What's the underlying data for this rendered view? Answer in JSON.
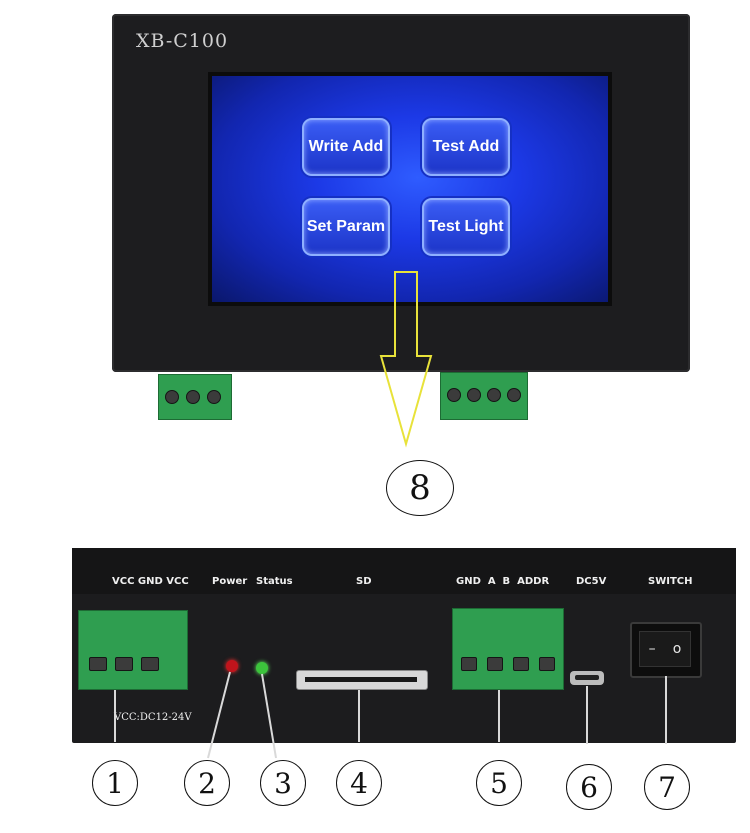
{
  "front_panel": {
    "model": "XB-C100",
    "screen_buttons": [
      "Write Add",
      "Test Add",
      "Set Param",
      "Test Light"
    ],
    "callout": "8"
  },
  "back_panel": {
    "labels": {
      "power_terminal": "VCC GND VCC",
      "power": "Power",
      "status": "Status",
      "sd": "SD",
      "signal_terminal": "GND  A  B  ADDR",
      "dc5v": "DC5V",
      "switch": "SWITCH",
      "voltage": "VCC:DC12-24V",
      "rocker_off": "–",
      "rocker_on": "o"
    },
    "callouts": [
      "1",
      "2",
      "3",
      "4",
      "5",
      "6",
      "7"
    ]
  },
  "colors": {
    "screen_blue": "#1c39e6",
    "terminal_green": "#2f9e50",
    "power_led": "#c0141c",
    "status_led": "#3cc43c",
    "arrow_yellow": "#e8e23a"
  }
}
